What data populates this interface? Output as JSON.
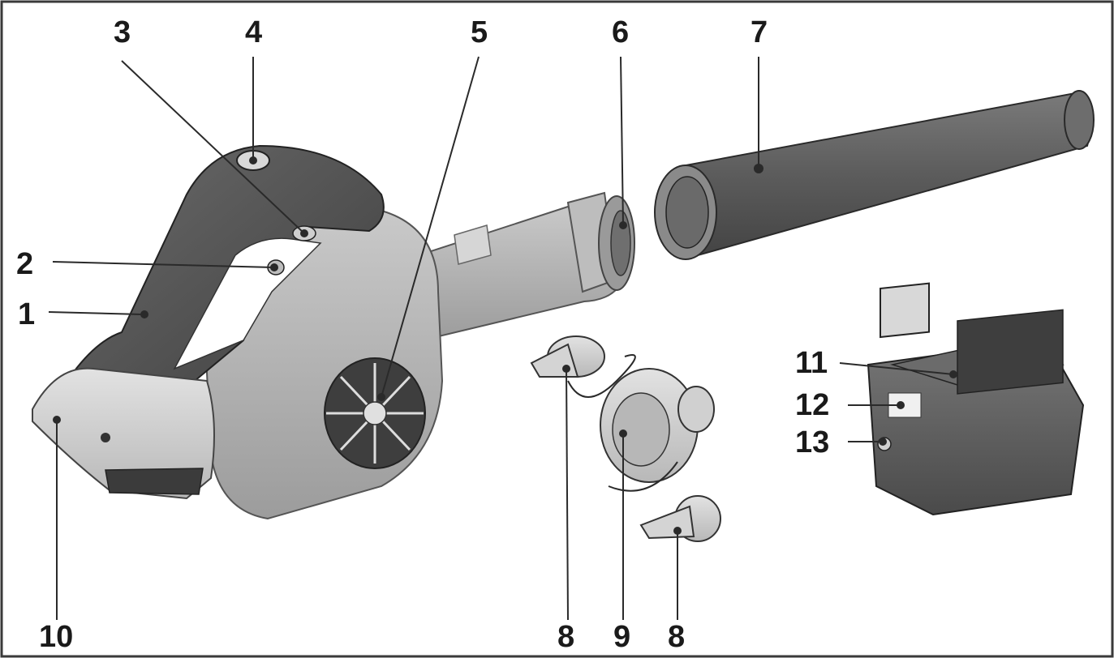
{
  "labels": {
    "l1": "1",
    "l2": "2",
    "l3": "3",
    "l4": "4",
    "l5": "5",
    "l6": "6",
    "l7": "7",
    "l8a": "8",
    "l8b": "8",
    "l9": "9",
    "l10": "10",
    "l11": "11",
    "l12": "12",
    "l13": "13"
  }
}
